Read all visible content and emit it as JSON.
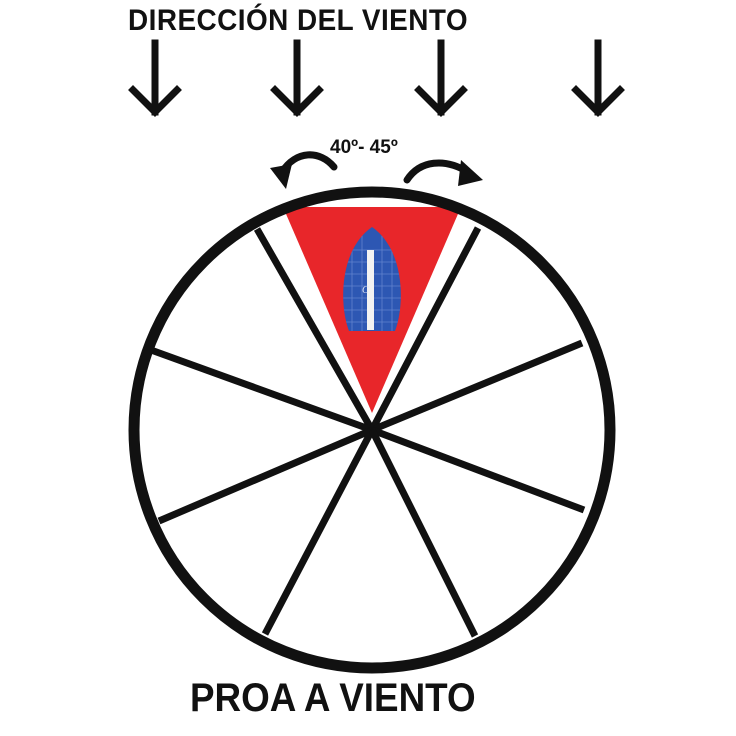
{
  "diagram": {
    "title": "DIRECCIÓN DEL VIENTO",
    "angle_label": "40º- 45º",
    "caption": "PROA A VIENTO",
    "boat_mark": "C",
    "colors": {
      "ink": "#111111",
      "no_go_zone": "#e8262a",
      "boat_hull": "#2d57b3",
      "boat_grid": "#6f8ed4"
    },
    "icons": {
      "wind_arrow": "down-arrow-icon",
      "rotation_arrows": "curved-arrow-icon"
    }
  }
}
